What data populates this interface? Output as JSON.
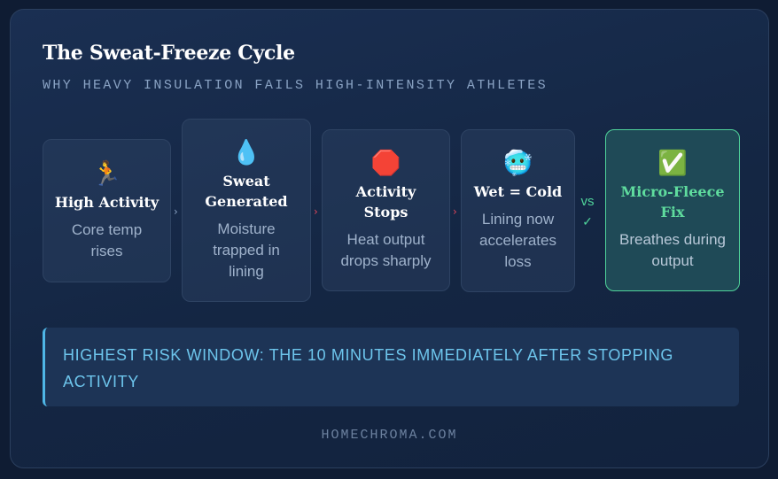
{
  "header": {
    "title": "The Sweat-Freeze Cycle",
    "subtitle": "WHY HEAVY INSULATION FAILS HIGH-INTENSITY ATHLETES"
  },
  "steps": [
    {
      "icon": "🏃",
      "icon_name": "runner-icon",
      "title": "High Activity",
      "description": "Core temp rises"
    },
    {
      "icon": "💧",
      "icon_name": "droplet-icon",
      "title": "Sweat Generated",
      "description": "Moisture trapped in lining"
    },
    {
      "icon": "🛑",
      "icon_name": "stop-sign-icon",
      "title": "Activity Stops",
      "description": "Heat output drops sharply"
    },
    {
      "icon": "🥶",
      "icon_name": "cold-face-icon",
      "title": "Wet = Cold",
      "description": "Lining now accelerates loss"
    }
  ],
  "comparison": {
    "vs_label": "vs",
    "check_icon": "✓"
  },
  "fix": {
    "icon": "✅",
    "icon_name": "check-mark-icon",
    "title": "Micro-Fleece Fix",
    "description": "Breathes during output"
  },
  "arrow_glyph": "›",
  "callout": {
    "text": "HIGHEST RISK WINDOW: THE 10 MINUTES IMMEDIATELY AFTER STOPPING ACTIVITY"
  },
  "footer": {
    "text": "HOMECHROMA.COM"
  },
  "colors": {
    "background": "#0f1c33",
    "card": "#142643",
    "accent_green": "#4fd39a",
    "accent_blue": "#6dc5ec",
    "arrow_neutral": "#8aa3c4",
    "arrow_warning": "#e0455a"
  }
}
